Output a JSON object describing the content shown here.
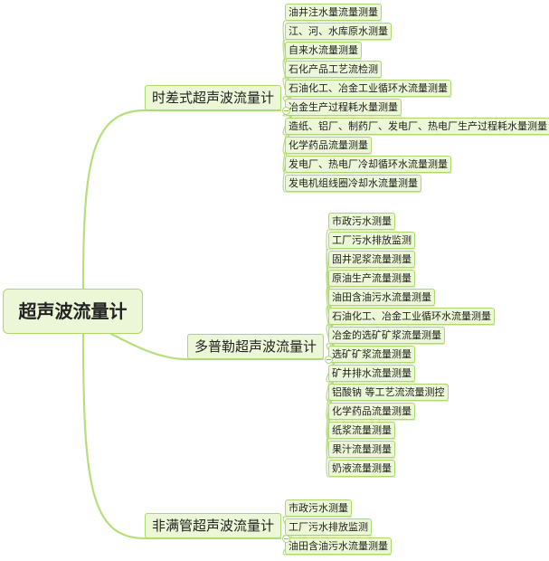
{
  "mindmap": {
    "root": "超声波流量计",
    "branches": [
      {
        "label": "时差式超声波流量计",
        "items": [
          "油井注水量流量测量",
          "江、河、水库原水测量",
          "自来水流量测量",
          "石化产品工艺流检测",
          "石油化工、冶金工业循环水流量测量",
          "冶金生产过程耗水量测量",
          "造纸、铝厂、制药厂、发电厂、热电厂生产过程耗水量测量",
          "化学药品流量测量",
          "发电厂、热电厂冷却循环水流量测量",
          "发电机组线圈冷却水流量测量"
        ]
      },
      {
        "label": "多普勒超声波流量计",
        "items": [
          "市政污水测量",
          "工厂污水排放监测",
          "固井泥浆流量测量",
          "原油生产流量测量",
          "油田含油污水流量测量",
          "石油化工、冶金工业循环水流量测量",
          "冶金的选矿矿浆流量测量",
          "选矿矿浆流量测量",
          "矿井排水流量测量",
          "铝酸钠 等工艺流流量测控",
          "化学药品流量测量",
          "纸浆流量测量",
          "果汁流量测量",
          "奶液流量测量"
        ]
      },
      {
        "label": "非满管超声波流量计",
        "items": [
          "市政污水测量",
          "工厂污水排放监测",
          "油田含油污水流量测量"
        ]
      }
    ],
    "colors": {
      "node_fill": "#ebf7d6",
      "node_border": "#a9d86e",
      "connector": "#b5df7a",
      "text": "#222222"
    }
  }
}
